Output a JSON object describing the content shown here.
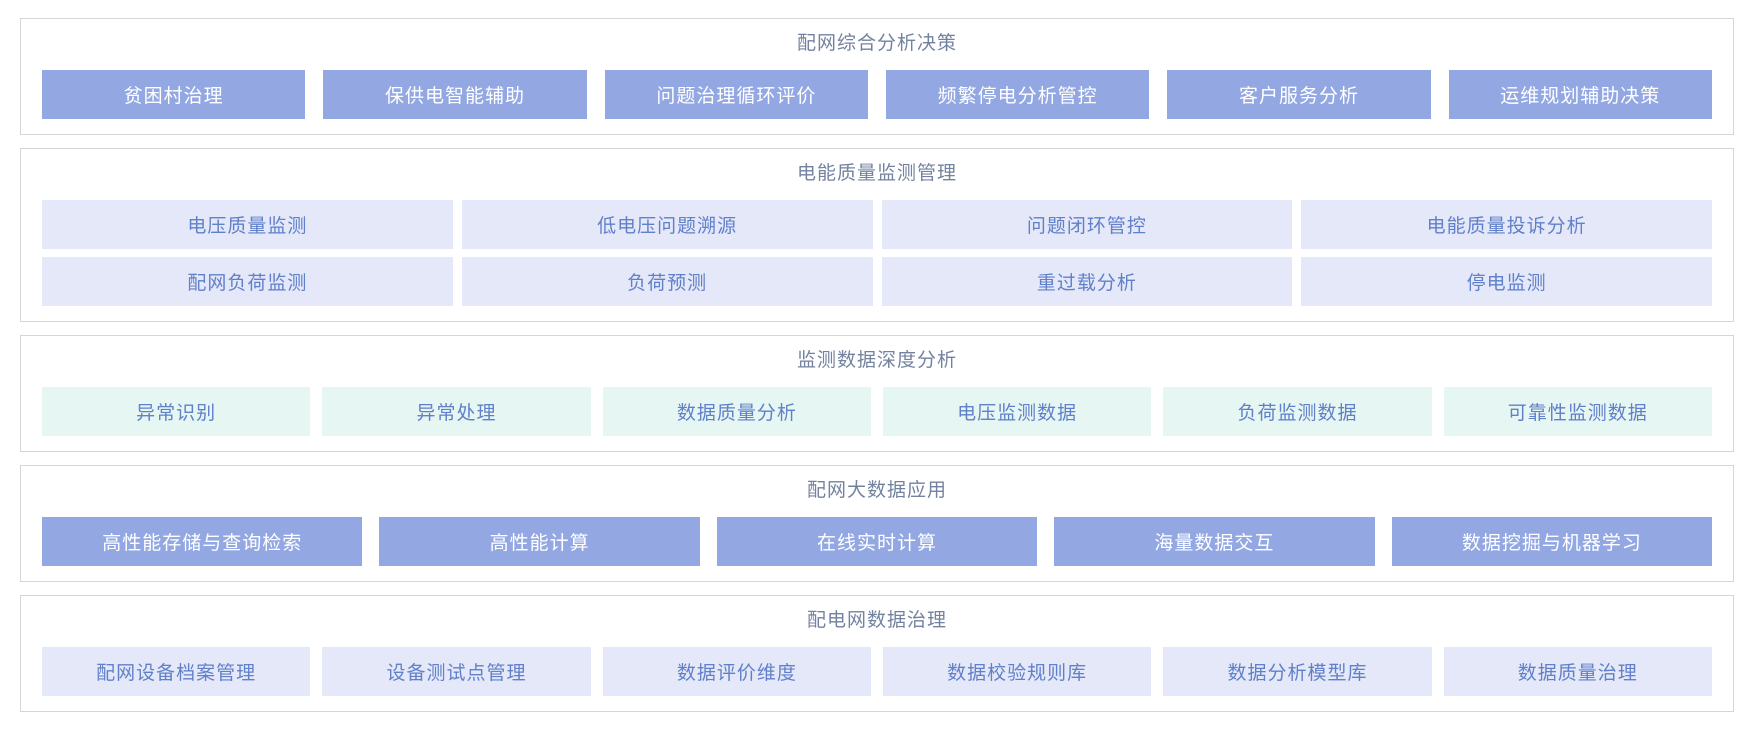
{
  "colors": {
    "panel_border": "#d6d6d6",
    "title_text": "#73829f",
    "solid_button_bg": "#93a8e3",
    "solid_button_text": "#ffffff",
    "lavender_button_bg": "#e4e8f8",
    "mint_button_bg": "#e6f6f3",
    "light_button_text": "#6080ca"
  },
  "sections": [
    {
      "title": "配网综合分析决策",
      "variant": "solid",
      "rows": [
        [
          "贫困村治理",
          "保供电智能辅助",
          "问题治理循环评价",
          "频繁停电分析管控",
          "客户服务分析",
          "运维规划辅助决策"
        ]
      ]
    },
    {
      "title": "电能质量监测管理",
      "variant": "lavender",
      "rows": [
        [
          "电压质量监测",
          "低电压问题溯源",
          "问题闭环管控",
          "电能质量投诉分析"
        ],
        [
          "配网负荷监测",
          "负荷预测",
          "重过载分析",
          "停电监测"
        ]
      ]
    },
    {
      "title": "监测数据深度分析",
      "variant": "mint",
      "rows": [
        [
          "异常识别",
          "异常处理",
          "数据质量分析",
          "电压监测数据",
          "负荷监测数据",
          "可靠性监测数据"
        ]
      ]
    },
    {
      "title": "配网大数据应用",
      "variant": "solid",
      "rows": [
        [
          "高性能存储与查询检索",
          "高性能计算",
          "在线实时计算",
          "海量数据交互",
          "数据挖掘与机器学习"
        ]
      ]
    },
    {
      "title": "配电网数据治理",
      "variant": "lavender",
      "rows": [
        [
          "配网设备档案管理",
          "设备测试点管理",
          "数据评价维度",
          "数据校验规则库",
          "数据分析模型库",
          "数据质量治理"
        ]
      ]
    }
  ]
}
